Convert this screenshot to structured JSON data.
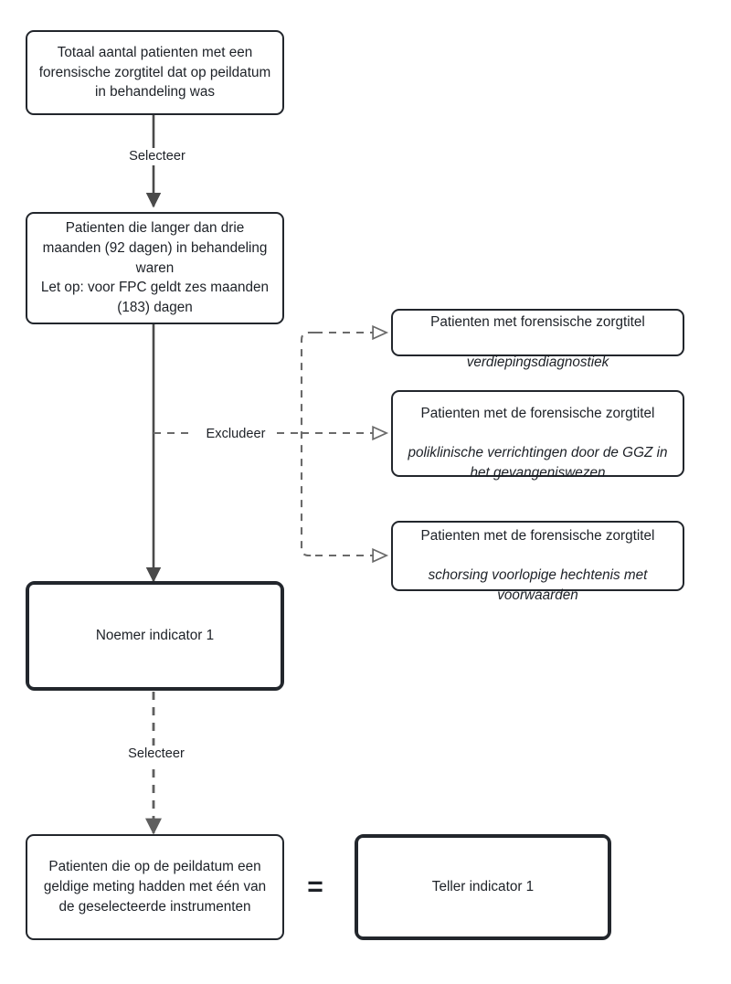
{
  "diagram": {
    "title": "Indicator 1 stroomschema",
    "colors": {
      "node_border": "#22262c",
      "node_fill": "#ffffff",
      "edge_solid": "#4a4a4a",
      "edge_dashed": "#6a6a6a",
      "text": "#1d2127",
      "background": "#ffffff"
    },
    "nodes": {
      "total_patients": {
        "label": "Totaal aantal patienten met een forensische zorgtitel dat op peildatum in behandeling was",
        "shape": "rounded-rect"
      },
      "longer_than_three_months": {
        "label": "Patienten die langer dan drie maanden (92 dagen) in behandeling waren\nLet op: voor FPC geldt zes maanden (183) dagen",
        "shape": "rounded-rect"
      },
      "exclude_1": {
        "label_plain": "Patienten met forensische zorgtitel",
        "label_italic": "verdiepingsdiagnostiek",
        "shape": "rounded-rect"
      },
      "exclude_2": {
        "label_plain": "Patienten met de forensische zorgtitel",
        "label_italic": "poliklinische verrichtingen door de GGZ in het gevangeniswezen",
        "shape": "rounded-rect"
      },
      "exclude_3": {
        "label_plain": "Patienten met de forensische zorgtitel",
        "label_italic": "schorsing voorlopige hechtenis met voorwaarden",
        "shape": "rounded-rect"
      },
      "noemer": {
        "label": "Noemer indicator 1",
        "shape": "double-rounded-rect"
      },
      "valid_measurement": {
        "label": "Patienten die op de peildatum een geldige meting hadden met één van de geselecteerde instrumenten",
        "shape": "rounded-rect"
      },
      "teller": {
        "label": "Teller indicator 1",
        "shape": "double-rounded-rect"
      }
    },
    "edges": {
      "selecteer_top": {
        "label": "Selecteer",
        "style": "solid",
        "arrow": "filled"
      },
      "excludeer": {
        "label": "Excludeer",
        "style": "dashed",
        "arrow": "hollow"
      },
      "selecteer_bottom": {
        "label": "Selecteer",
        "style": "dashed",
        "arrow": "filled"
      },
      "noemer_to_bottom": {
        "label": "",
        "style": "solid",
        "arrow": "filled"
      }
    },
    "operators": {
      "equals": "="
    }
  }
}
